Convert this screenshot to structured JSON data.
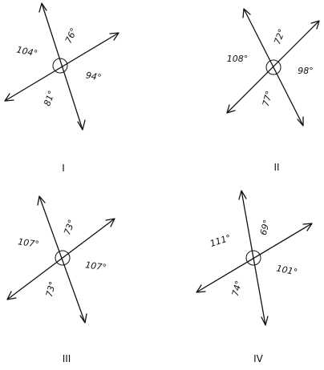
{
  "panels": [
    {
      "label": "I",
      "angles": [
        "76°",
        "104°",
        "94°",
        "81°"
      ]
    },
    {
      "label": "II",
      "angles": [
        "72°",
        "108°",
        "98°",
        "77°"
      ]
    },
    {
      "label": "III",
      "angles": [
        "73°",
        "107°",
        "107°",
        "73°"
      ]
    },
    {
      "label": "IV",
      "angles": [
        "69°",
        "111°",
        "101°",
        "74°"
      ]
    }
  ]
}
